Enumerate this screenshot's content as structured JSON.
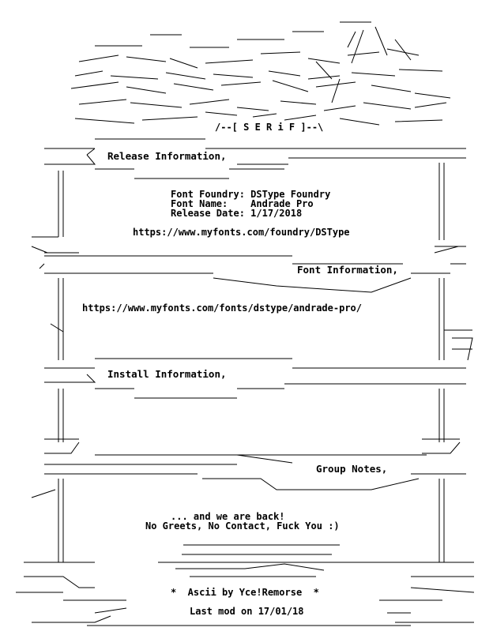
{
  "tagline": "/--[ S E R i F ]--\\",
  "sections": {
    "release_heading": "Release Information,",
    "font_heading": "Font Information,",
    "install_heading": "Install Information,",
    "group_heading": "Group Notes,"
  },
  "release": {
    "line1": "Font Foundry: DSType Foundry",
    "line2": "Font Name:    Andrade Pro",
    "line3": "Release Date: 1/17/2018",
    "url": "https://www.myfonts.com/foundry/DSType"
  },
  "font": {
    "url": "https://www.myfonts.com/fonts/dstype/andrade-pro/"
  },
  "group": {
    "line1": "... and we are back!",
    "line2": "No Greets, No Contact, Fuck You :)"
  },
  "footer": {
    "credit": "*  Ascii by Yce!Remorse  *",
    "lastmod": "Last mod on 17/01/18"
  }
}
